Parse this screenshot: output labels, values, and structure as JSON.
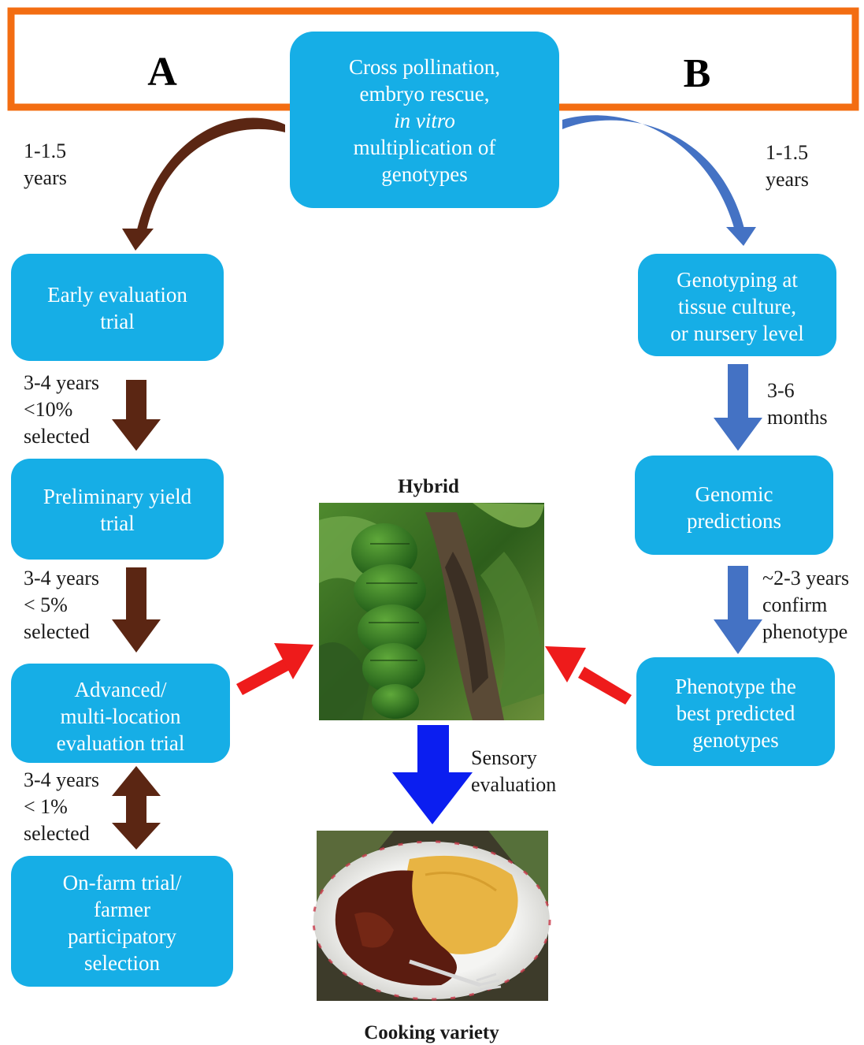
{
  "header": {
    "label_a": "A",
    "label_b": "B"
  },
  "colors": {
    "box": "#16aee6",
    "header_border": "#f36d12",
    "path_a_arrow": "#5b2613",
    "path_b_arrow": "#4472c4",
    "center_arrow": "#0b1ef0",
    "red_arrow": "#ee1b1b"
  },
  "center_box": {
    "line1": "Cross pollination,",
    "line2": "embryo rescue,",
    "line3_italic": "in vitro",
    "line4": "multiplication of",
    "line5": "genotypes"
  },
  "path_a": {
    "duration_top": [
      "1-1.5",
      "years"
    ],
    "boxes": [
      [
        "Early evaluation",
        "trial"
      ],
      [
        "Preliminary yield",
        "trial"
      ],
      [
        "Advanced/",
        "multi-location",
        "evaluation trial"
      ],
      [
        "On-farm trial/",
        "farmer",
        "participatory",
        "selection"
      ]
    ],
    "steps": [
      [
        "3-4 years",
        "<10%",
        "selected"
      ],
      [
        "3-4 years",
        "< 5%",
        "selected"
      ],
      [
        "3-4 years",
        "< 1%",
        "selected"
      ]
    ]
  },
  "path_b": {
    "duration_top": [
      "1-1.5",
      "years"
    ],
    "boxes": [
      [
        "Genotyping at",
        "tissue  culture,",
        "or nursery level"
      ],
      [
        "Genomic",
        "predictions"
      ],
      [
        "Phenotype the",
        "best  predicted",
        "genotypes"
      ]
    ],
    "steps": [
      [
        "3-6",
        "months"
      ],
      [
        "~2-3 years",
        "confirm",
        "phenotype"
      ]
    ]
  },
  "hybrid": {
    "caption": "Hybrid",
    "photo": "banana-bunch-photo"
  },
  "sensory": [
    "Sensory",
    "evaluation"
  ],
  "cooking": {
    "caption": "Cooking variety",
    "photo": "cooked-dish-photo"
  }
}
